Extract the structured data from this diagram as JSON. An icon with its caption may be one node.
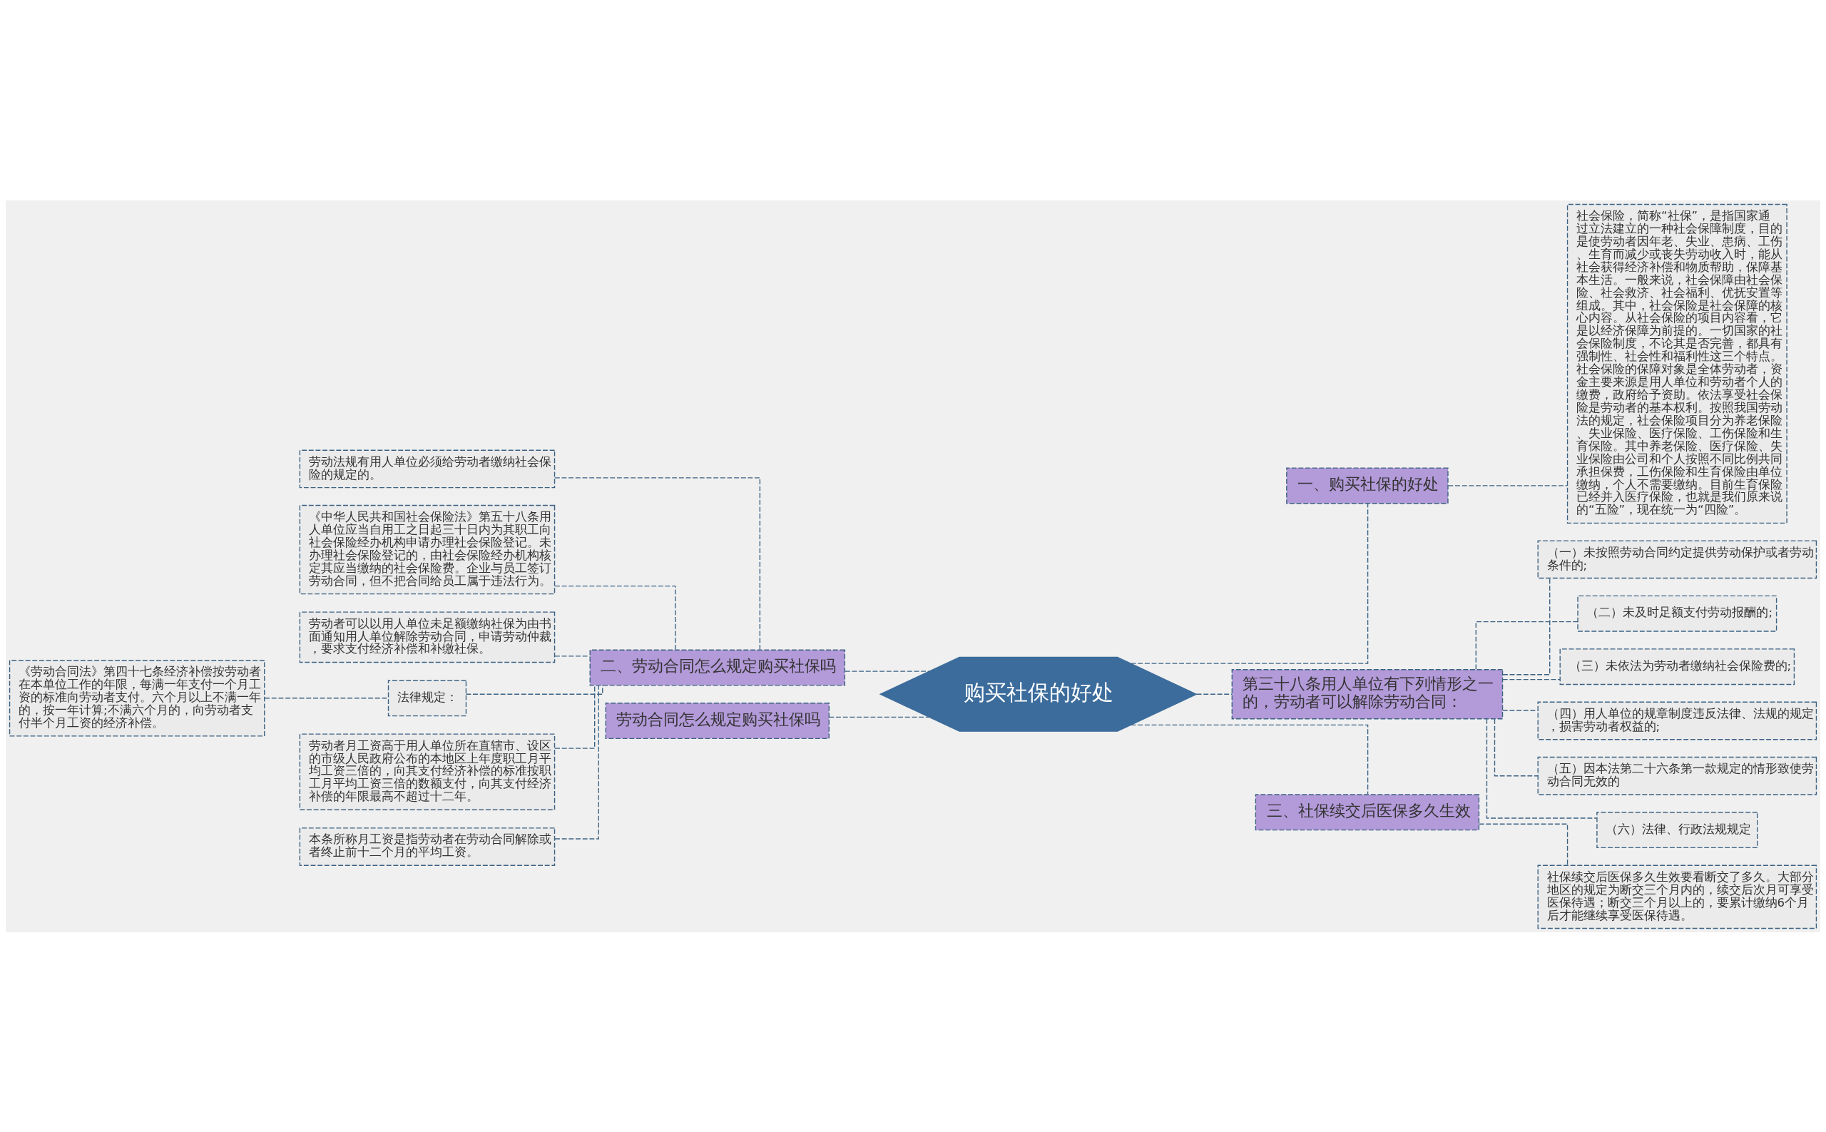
{
  "diagram": {
    "nodes": [
      {
        "text": [
          "购买社保的好处"
        ]
      },
      {
        "text": [
          "一、购买社保的好处"
        ]
      },
      {
        "text": [
          "社会保险，简称“社保”，是指国家通过立法建立的一种社会保障制度，目的是使劳动者因年老、失业、患病、工伤、生育而减少或丧失劳动收入时，能从社会获得经济补偿和物质帮助，保障基本生活。一般来说，社会保障由社会保险、社会救济、社会福利、优抚安置等组成。其中，社会保险是社会保障的核心内容。从社会保险的项目内容看，它是以经济保障为前提的。一切国家的社会保险制度，不论其是否完善，都具有强制性、社会性和福利性这三个特点。社会保险的保障对象是全体劳动者，资金主要来源是用人单位和劳动者个人的缴费，政府给予资助。依法享受社会保险是劳动者的基本权利。按照我国劳动法的规定，社会保险项目分为养老保险、失业保险、医疗保险、工伤保险和生育保险。其中养老保险、医疗保险、失业保险由公司和个人按照不同比例共同承担保费，工伤保险和生育保险由单位缴纳，个人不需要缴纳。目前生育保险已经并入医疗保险，也就是我们原来说的“五险”，现在统一为“四险”。"
        ]
      },
      {
        "text": [
          "第三十八条用人单位有下列情形之一的，劳动者可以解除劳动合同："
        ]
      },
      {
        "text": [
          "（一）未按照劳动合同约定提供劳动保护或者劳动条件的;"
        ]
      },
      {
        "text": [
          "（二）未及时足额支付劳动报酬的;"
        ]
      },
      {
        "text": [
          "（三）未依法为劳动者缴纳社会保险费的;"
        ]
      },
      {
        "text": [
          "（四）用人单位的规章制度违反法律、法规的规定，损害劳动者权益的;"
        ]
      },
      {
        "text": [
          "（五）因本法第二十六条第一款规定的情形致使劳动合同无效的"
        ]
      },
      {
        "text": [
          "（六）法律、行政法规规定"
        ]
      },
      {
        "text": [
          "三、社保续交后医保多久生效"
        ]
      },
      {
        "text": [
          "社保续交后医保多久生效要看断交了多久。大部分地区的规定为断交三个月内的，续交后次月可享受医保待遇；断交三个月以上的，要累计缴纳6个月后才能继续享受医保待遇。"
        ]
      },
      {
        "text": [
          "二、劳动合同怎么规定购买社保吗"
        ]
      },
      {
        "text": [
          "劳动法规有用人单位必须给劳动者缴纳社会保险的规定的。"
        ]
      },
      {
        "text": [
          "《中华人民共和国社会保险法》第五十八条用人单位应当自用工之日起三十日内为其职工向社会保险经办机构申请办理社会保险登记。未办理社会保险登记的，由社会保险经办机构核定其应当缴纳的社会保险费。企业与员工签订劳动合同，但不把合同给员工属于违法行为。"
        ]
      },
      {
        "text": [
          "劳动者可以以用人单位未足额缴纳社保为由书面通知用人单位解除劳动合同，申请劳动仲裁，要求支付经济补偿和补缴社保。"
        ]
      },
      {
        "text": [
          "法律规定："
        ]
      },
      {
        "text": [
          "《劳动合同法》第四十七条经济补偿按劳动者在本单位工作的年限，每满一年支付一个月工资的标准向劳动者支付。六个月以上不满一年的，按一年计算;不满六个月的，向劳动者支付半个月工资的经济补偿。"
        ]
      },
      {
        "text": [
          "劳动者月工资高于用人单位所在直辖市、设区的市级人民政府公布的本地区上年度职工月平均工资三倍的，向其支付经济补偿的标准按职工月平均工资三倍的数额支付，向其支付经济补偿的年限最高不超过十二年。"
        ]
      },
      {
        "text": [
          "本条所称月工资是指劳动者在劳动合同解除或者终止前十二个月的平均工资。"
        ]
      },
      {
        "text": [
          "劳动合同怎么规定购买社保吗"
        ]
      }
    ],
    "edges": [
      {
        "from": 0,
        "to": 1,
        "arrow": "none",
        "style": "dashed"
      },
      {
        "from": 1,
        "to": 2,
        "arrow": "none",
        "style": "dashed"
      },
      {
        "from": 0,
        "to": 3,
        "arrow": "none",
        "style": "dashed"
      },
      {
        "from": 3,
        "to": 4,
        "arrow": "none",
        "style": "dashed"
      },
      {
        "from": 3,
        "to": 5,
        "arrow": "none",
        "style": "dashed"
      },
      {
        "from": 3,
        "to": 6,
        "arrow": "none",
        "style": "dashed"
      },
      {
        "from": 3,
        "to": 7,
        "arrow": "none",
        "style": "dashed"
      },
      {
        "from": 3,
        "to": 8,
        "arrow": "none",
        "style": "dashed"
      },
      {
        "from": 3,
        "to": 9,
        "arrow": "none",
        "style": "dashed"
      },
      {
        "from": 0,
        "to": 10,
        "arrow": "none",
        "style": "dashed"
      },
      {
        "from": 10,
        "to": 11,
        "arrow": "none",
        "style": "dashed"
      },
      {
        "from": 0,
        "to": 12,
        "arrow": "none",
        "style": "dashed"
      },
      {
        "from": 12,
        "to": 13,
        "arrow": "none",
        "style": "dashed"
      },
      {
        "from": 12,
        "to": 14,
        "arrow": "none",
        "style": "dashed"
      },
      {
        "from": 12,
        "to": 15,
        "arrow": "none",
        "style": "dashed"
      },
      {
        "from": 12,
        "to": 16,
        "arrow": "none",
        "style": "dashed"
      },
      {
        "from": 16,
        "to": 17,
        "arrow": "none",
        "style": "dashed"
      },
      {
        "from": 12,
        "to": 18,
        "arrow": "none",
        "style": "dashed"
      },
      {
        "from": 12,
        "to": 19,
        "arrow": "none",
        "style": "dashed"
      },
      {
        "from": 0,
        "to": 20,
        "arrow": "none",
        "style": "dashed"
      }
    ]
  }
}
